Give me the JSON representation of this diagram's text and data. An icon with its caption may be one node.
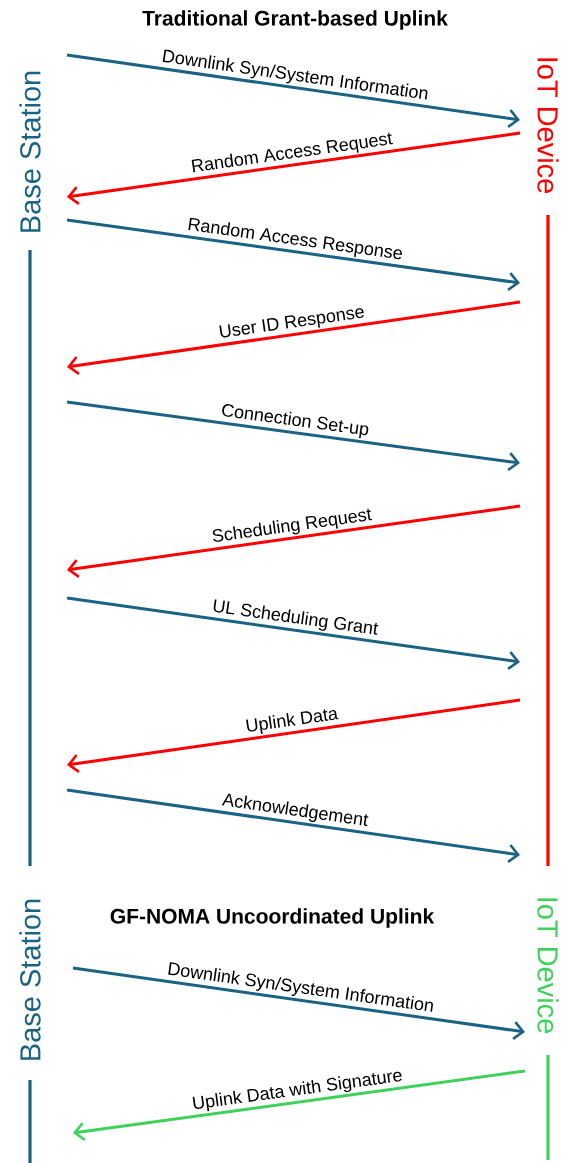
{
  "diagram": {
    "title": "Traditional Grant-based Uplink",
    "nodes": [
      {
        "text": [
          "Base Station"
        ]
      },
      {
        "text": [
          "IoT Device"
        ]
      },
      {
        "text": [
          "Base Station"
        ]
      },
      {
        "text": [
          "IoT Device"
        ]
      }
    ],
    "edges": [
      {
        "from": 0,
        "to": 1,
        "arrow": "to",
        "label": "Downlink Syn/System Information"
      },
      {
        "from": 1,
        "to": 0,
        "arrow": "to",
        "label": "Random Access Request",
        "color": "#ff0000"
      },
      {
        "from": 0,
        "to": 1,
        "arrow": "to",
        "label": "Random Access Response"
      },
      {
        "from": 1,
        "to": 0,
        "arrow": "to",
        "label": "User ID Response",
        "color": "#ff0000"
      },
      {
        "from": 0,
        "to": 1,
        "arrow": "to",
        "label": "Connection Set-up"
      },
      {
        "from": 1,
        "to": 0,
        "arrow": "to",
        "label": "Scheduling Request",
        "color": "#ff0000"
      },
      {
        "from": 0,
        "to": 1,
        "arrow": "to",
        "label": "UL Scheduling Grant"
      },
      {
        "from": 1,
        "to": 0,
        "arrow": "to",
        "label": "Uplink Data",
        "color": "#ff0000"
      },
      {
        "from": 0,
        "to": 1,
        "arrow": "to",
        "label": "Acknowledgement"
      },
      {
        "from": 2,
        "to": 3,
        "arrow": "to",
        "label": "Downlink Syn/System Information"
      },
      {
        "from": 3,
        "to": 2,
        "arrow": "to",
        "label": "Uplink Data with Signature",
        "color": "#3fd25a"
      }
    ],
    "labels": [
      "GF-NOMA Uncoordinated Uplink"
    ]
  }
}
